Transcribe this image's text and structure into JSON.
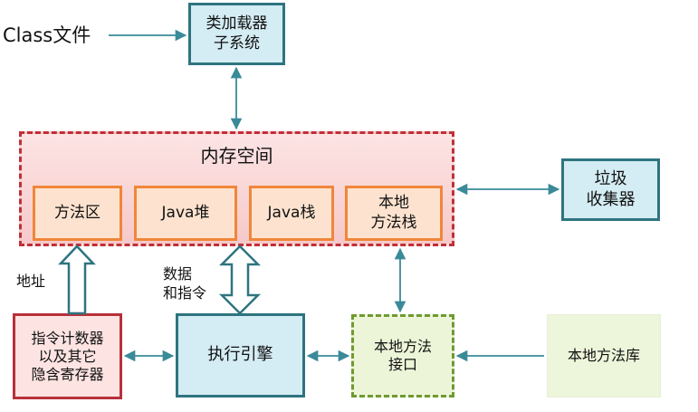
{
  "class_file": "Class文件",
  "class_loader": "类加载器\n子系统",
  "memory": {
    "title": "内存空间",
    "areas": [
      "方法区",
      "Java堆",
      "Java栈",
      "本地\n方法栈"
    ]
  },
  "gc": "垃圾\n收集器",
  "address_label": "地址",
  "data_label": "数据\n和指令",
  "pc": "指令计数器\n以及其它\n隐含寄存器",
  "engine": "执行引擎",
  "native_interface": "本地方法\n接口",
  "native_library": "本地方法库",
  "colors": {
    "teal_border": "#2e7480",
    "teal_fill": "#d4ecf3",
    "red_border": "#c12f38",
    "orange_border": "#f0863a",
    "green_border": "#6f9a32",
    "arrow": "#3a8a98"
  }
}
